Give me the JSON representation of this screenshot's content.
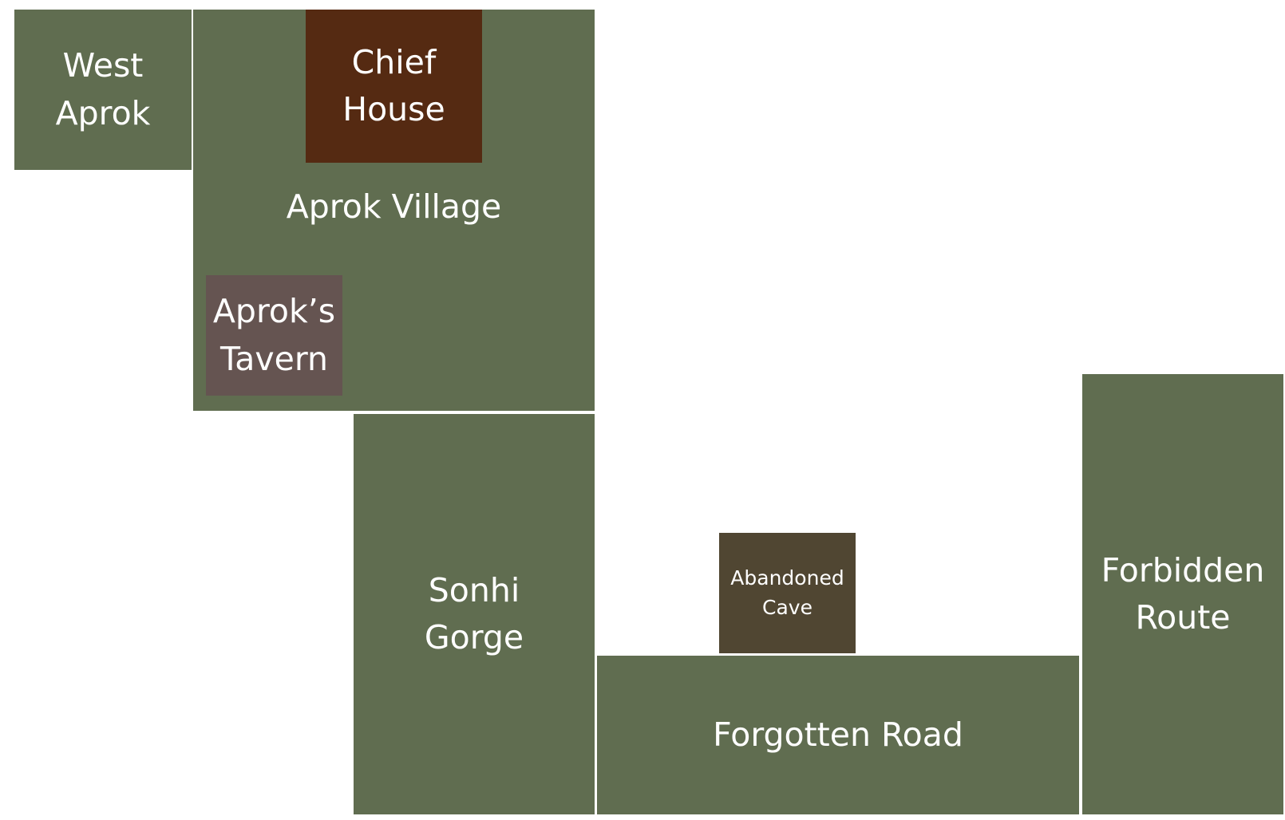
{
  "colors": {
    "region": "#606d50",
    "chief_house": "#552a12",
    "tavern": "#655451",
    "cave": "#504632",
    "background": "#ffffff"
  },
  "regions": {
    "west_aprok": "West\nAprok",
    "aprok_village": "Aprok Village",
    "chief_house": "Chief\nHouse",
    "aproks_tavern": "Aprok’s\nTavern",
    "sonhi_gorge": "Sonhi\nGorge",
    "abandoned_cave": "Abandoned\nCave",
    "forgotten_road": "Forgotten Road",
    "forbidden_route": "Forbidden\nRoute"
  }
}
